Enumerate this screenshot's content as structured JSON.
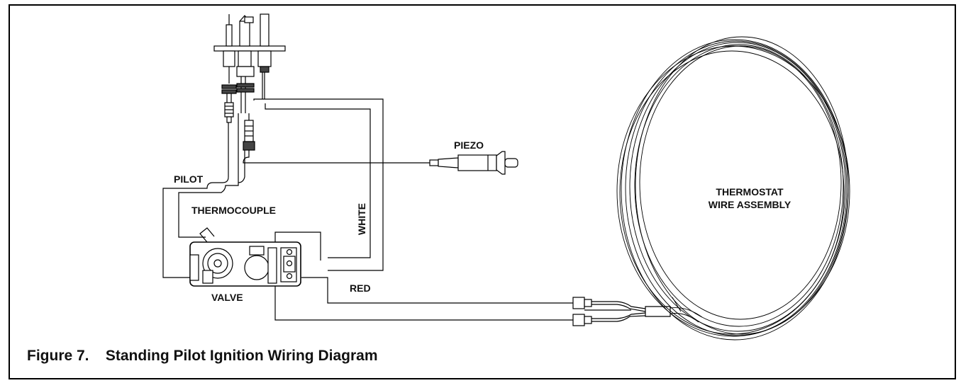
{
  "labels": {
    "piezo": "PIEZO",
    "pilot": "PILOT",
    "thermocouple": "THERMOCOUPLE",
    "white": "WHITE",
    "red": "RED",
    "valve": "VALVE",
    "thermostat_line1": "THERMOSTAT",
    "thermostat_line2": "WIRE ASSEMBLY"
  },
  "caption": {
    "number": "Figure 7.",
    "title": "Standing Pilot Ignition Wiring Diagram"
  },
  "colors": {
    "line": "#000000",
    "background": "#ffffff"
  }
}
